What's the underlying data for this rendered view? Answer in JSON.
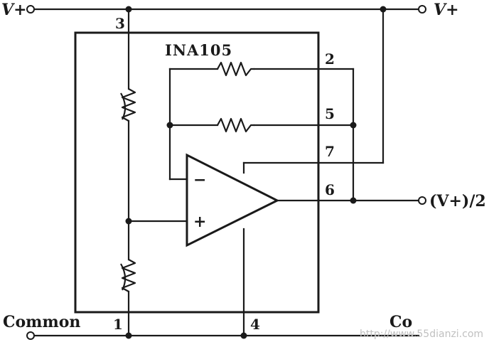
{
  "diagram": {
    "chip_label": "INA105",
    "terminals": {
      "vplus_left": "V+",
      "vplus_right": "V+",
      "output": "(V+)/2",
      "common_left": "Common",
      "common_right": "Co"
    },
    "pins": {
      "p1": "1",
      "p2": "2",
      "p3": "3",
      "p4": "4",
      "p5": "5",
      "p6": "6",
      "p7": "7"
    },
    "opamp": {
      "inverting": "−",
      "noninverting": "+"
    },
    "watermark": "http://www.55dianzi.com"
  }
}
